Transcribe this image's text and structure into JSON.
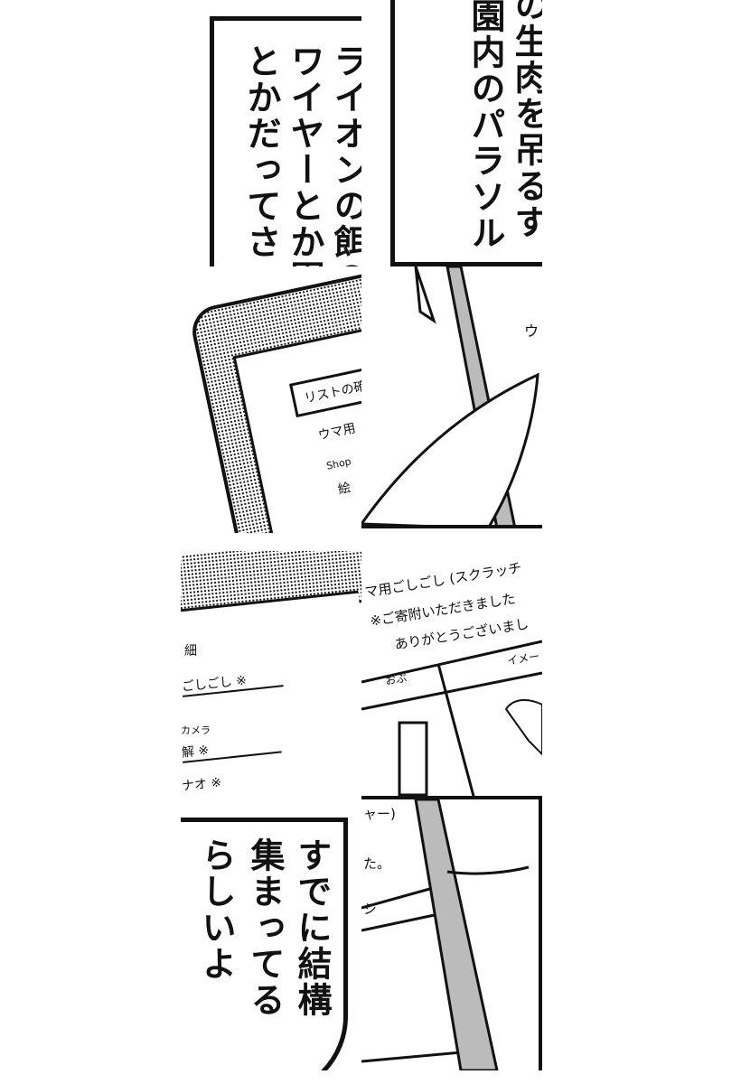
{
  "panels": [
    {
      "caption_columns": [
        "ライオンの餌の",
        "ワイヤーとか園",
        "とかだってさ"
      ]
    },
    {
      "caption_columns": [
        "の生肉を吊るす",
        "園内のパラソル"
      ]
    },
    {
      "phone_list": {
        "title": "リストの確",
        "items": [
          "ウマ用",
          "Shop",
          "絵",
          ""
        ]
      },
      "status": "ウ"
    },
    {
      "phone_list": {
        "rows": [
          "細",
          "ごしごし ※",
          "カメラ",
          "解 ※",
          "ナオ ※"
        ]
      }
    },
    {
      "document": {
        "lines": [
          "マ用ごしごし (スクラッチ",
          "※ご寄附いただきました",
          "ありがとうございまし"
        ],
        "table_headers": [
          "おぶ",
          "イメー"
        ]
      }
    },
    {
      "speech_columns": [
        "すでに結構",
        "集まってる",
        "らしいよ"
      ]
    },
    {
      "document_fragment": [
        "ャー)",
        "た。",
        "ジ"
      ]
    }
  ]
}
